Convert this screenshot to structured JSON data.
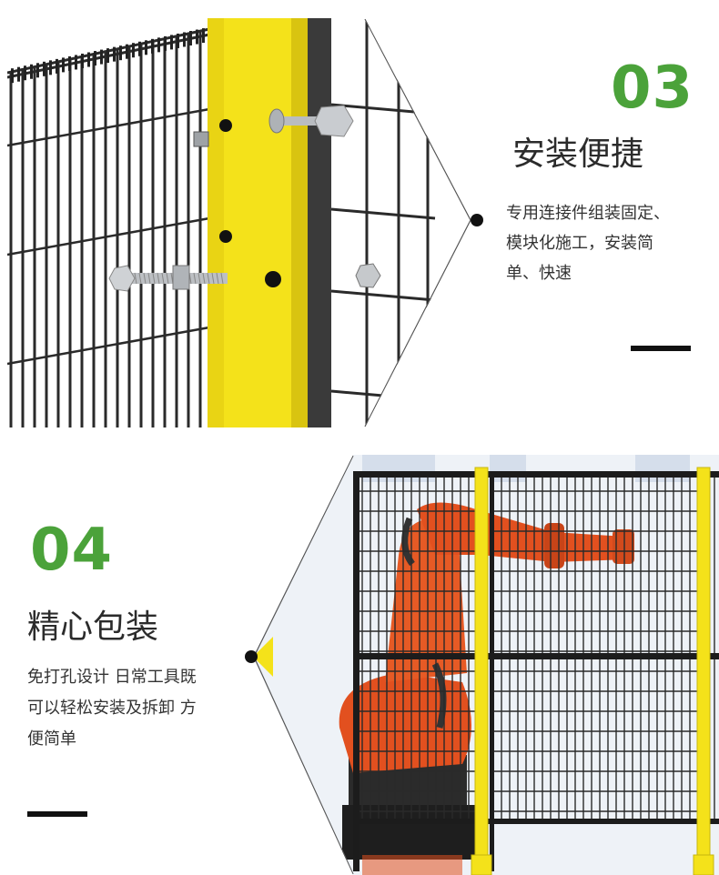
{
  "features": [
    {
      "number": "03",
      "title": "安装便捷",
      "description_lines": [
        "专用连接件组装固定、",
        "模块化施工，安装简",
        "单、快速"
      ]
    },
    {
      "number": "04",
      "title": "精心包装",
      "description_lines": [
        "免打孔设计 日常工具既",
        "可以轻松安装及拆卸 方",
        "便简单"
      ]
    }
  ],
  "colors": {
    "accent_green": "#4ba23a",
    "post_yellow": "#f4e21a",
    "robot_orange": "#e2501f",
    "mesh_dark": "#2a2a2a"
  }
}
